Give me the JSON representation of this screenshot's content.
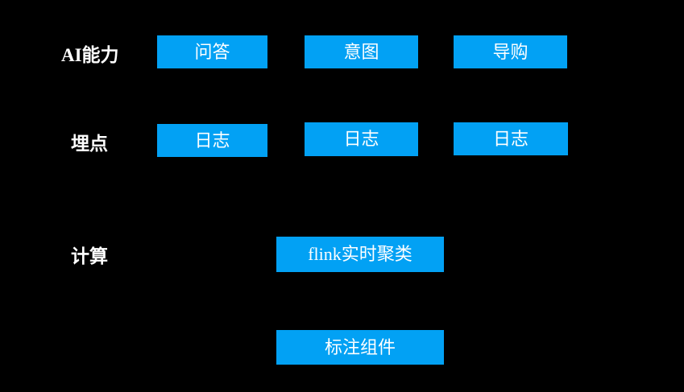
{
  "diagram": {
    "background": "#000000",
    "node_fill": "#02A1F4",
    "node_text_color": "#ffffff",
    "label_text_color": "#ffffff",
    "rows": [
      {
        "label": "AI能力",
        "nodes": [
          "问答",
          "意图",
          "导购"
        ]
      },
      {
        "label": "埋点",
        "nodes": [
          "日志",
          "日志",
          "日志"
        ]
      },
      {
        "label": "计算",
        "nodes": [
          "flink实时聚类"
        ]
      },
      {
        "label": "",
        "nodes": [
          "标注组件"
        ]
      }
    ]
  }
}
